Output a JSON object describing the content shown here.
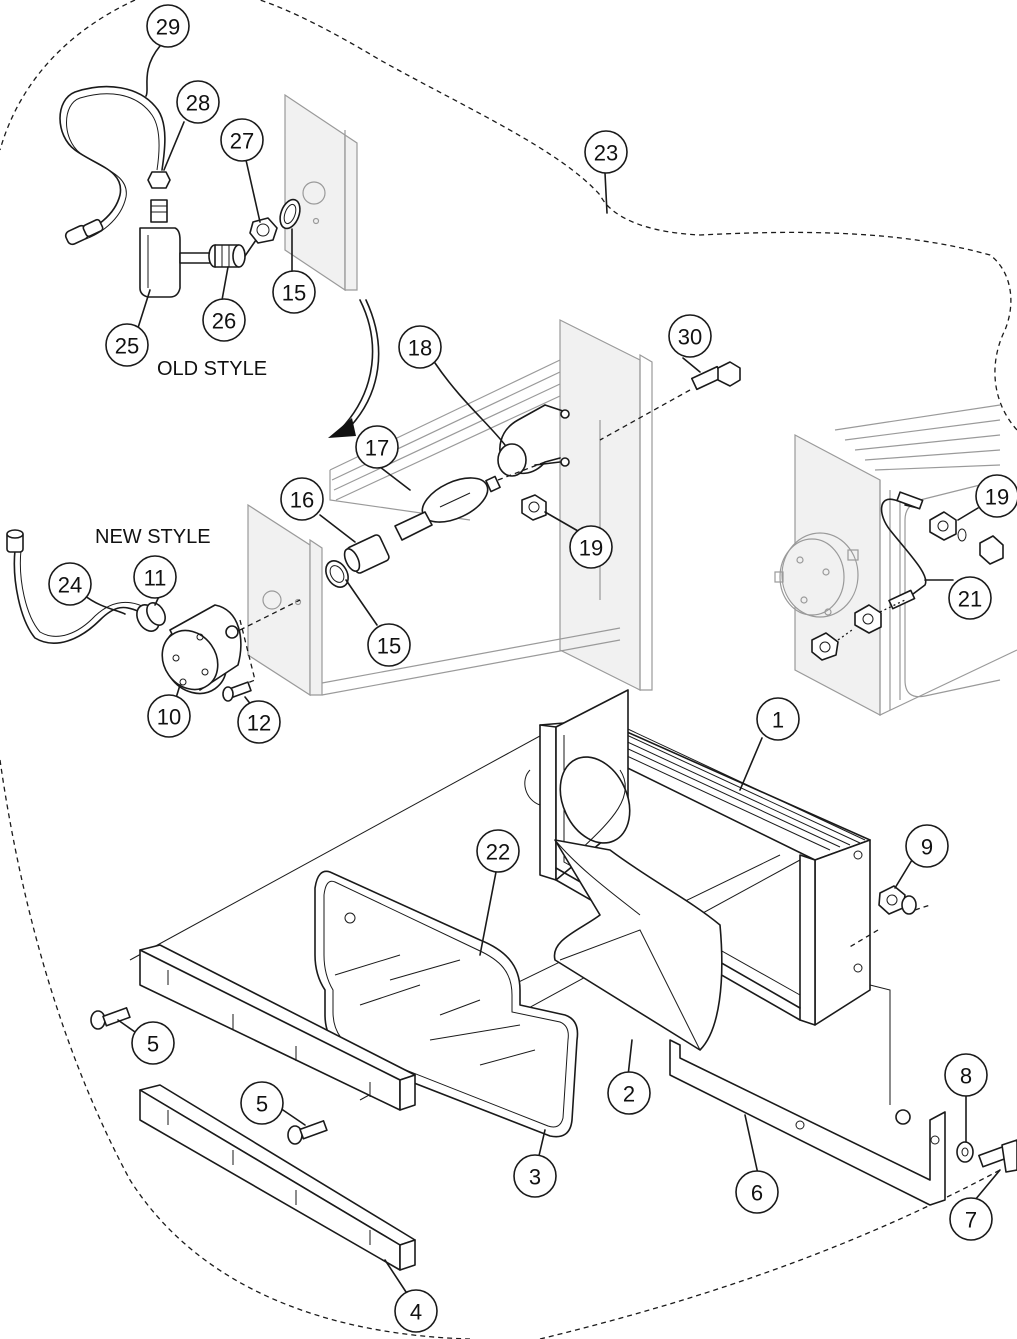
{
  "labels": {
    "old_style": "OLD STYLE",
    "new_style": "NEW STYLE"
  },
  "callouts": [
    {
      "id": "c29",
      "text": "29"
    },
    {
      "id": "c28",
      "text": "28"
    },
    {
      "id": "c27",
      "text": "27"
    },
    {
      "id": "c23",
      "text": "23"
    },
    {
      "id": "c15a",
      "text": "15"
    },
    {
      "id": "c26",
      "text": "26"
    },
    {
      "id": "c25",
      "text": "25"
    },
    {
      "id": "c18",
      "text": "18"
    },
    {
      "id": "c30",
      "text": "30"
    },
    {
      "id": "c17",
      "text": "17"
    },
    {
      "id": "c16",
      "text": "16"
    },
    {
      "id": "c19a",
      "text": "19"
    },
    {
      "id": "c19b",
      "text": "19"
    },
    {
      "id": "c21",
      "text": "21"
    },
    {
      "id": "c24",
      "text": "24"
    },
    {
      "id": "c11",
      "text": "11"
    },
    {
      "id": "c15b",
      "text": "15"
    },
    {
      "id": "c10",
      "text": "10"
    },
    {
      "id": "c12",
      "text": "12"
    },
    {
      "id": "c1",
      "text": "1"
    },
    {
      "id": "c22",
      "text": "22"
    },
    {
      "id": "c9",
      "text": "9"
    },
    {
      "id": "c5a",
      "text": "5"
    },
    {
      "id": "c5b",
      "text": "5"
    },
    {
      "id": "c2",
      "text": "2"
    },
    {
      "id": "c3",
      "text": "3"
    },
    {
      "id": "c8",
      "text": "8"
    },
    {
      "id": "c6",
      "text": "6"
    },
    {
      "id": "c7",
      "text": "7"
    },
    {
      "id": "c4",
      "text": "4"
    }
  ]
}
